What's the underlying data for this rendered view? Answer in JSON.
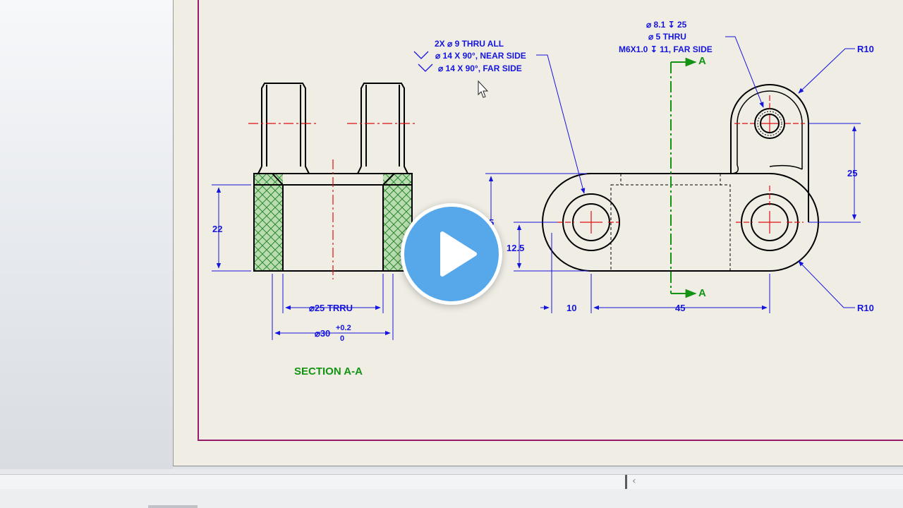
{
  "drawing": {
    "section_title": "SECTION A-A",
    "note_holes_line1": "2X ⌀ 9 THRU ALL",
    "note_holes_line2": "⌀ 14 X 90°, NEAR SIDE",
    "note_holes_line3": "⌀ 14 X 90°, FAR SIDE",
    "note_tapped_line1": "⌀ 8.1 ↧ 25",
    "note_tapped_line2": "⌀ 5 THRU",
    "note_tapped_line3": "M6X1.0 ↧ 11, FAR SIDE",
    "dim_height_22": "22",
    "dim_bore_25": "⌀25 TRRU",
    "dim_bore_30": "⌀30",
    "dim_tol_upper": "+0.2",
    "dim_tol_lower": "0",
    "dim_12_5": "12.5",
    "dim_partial": "5",
    "dim_10": "10",
    "dim_45": "45",
    "dim_25": "25",
    "radius_top": "R10",
    "radius_bottom": "R10",
    "section_label_top": "A",
    "section_label_bottom": "A"
  },
  "colors": {
    "dimension": "#1515dd",
    "section": "#139313",
    "centerline": "#dd1111",
    "border": "#9a1a6a"
  },
  "icons": {
    "play": "play-icon",
    "cursor": "mouse-cursor-icon",
    "scroll_left": "‹"
  }
}
